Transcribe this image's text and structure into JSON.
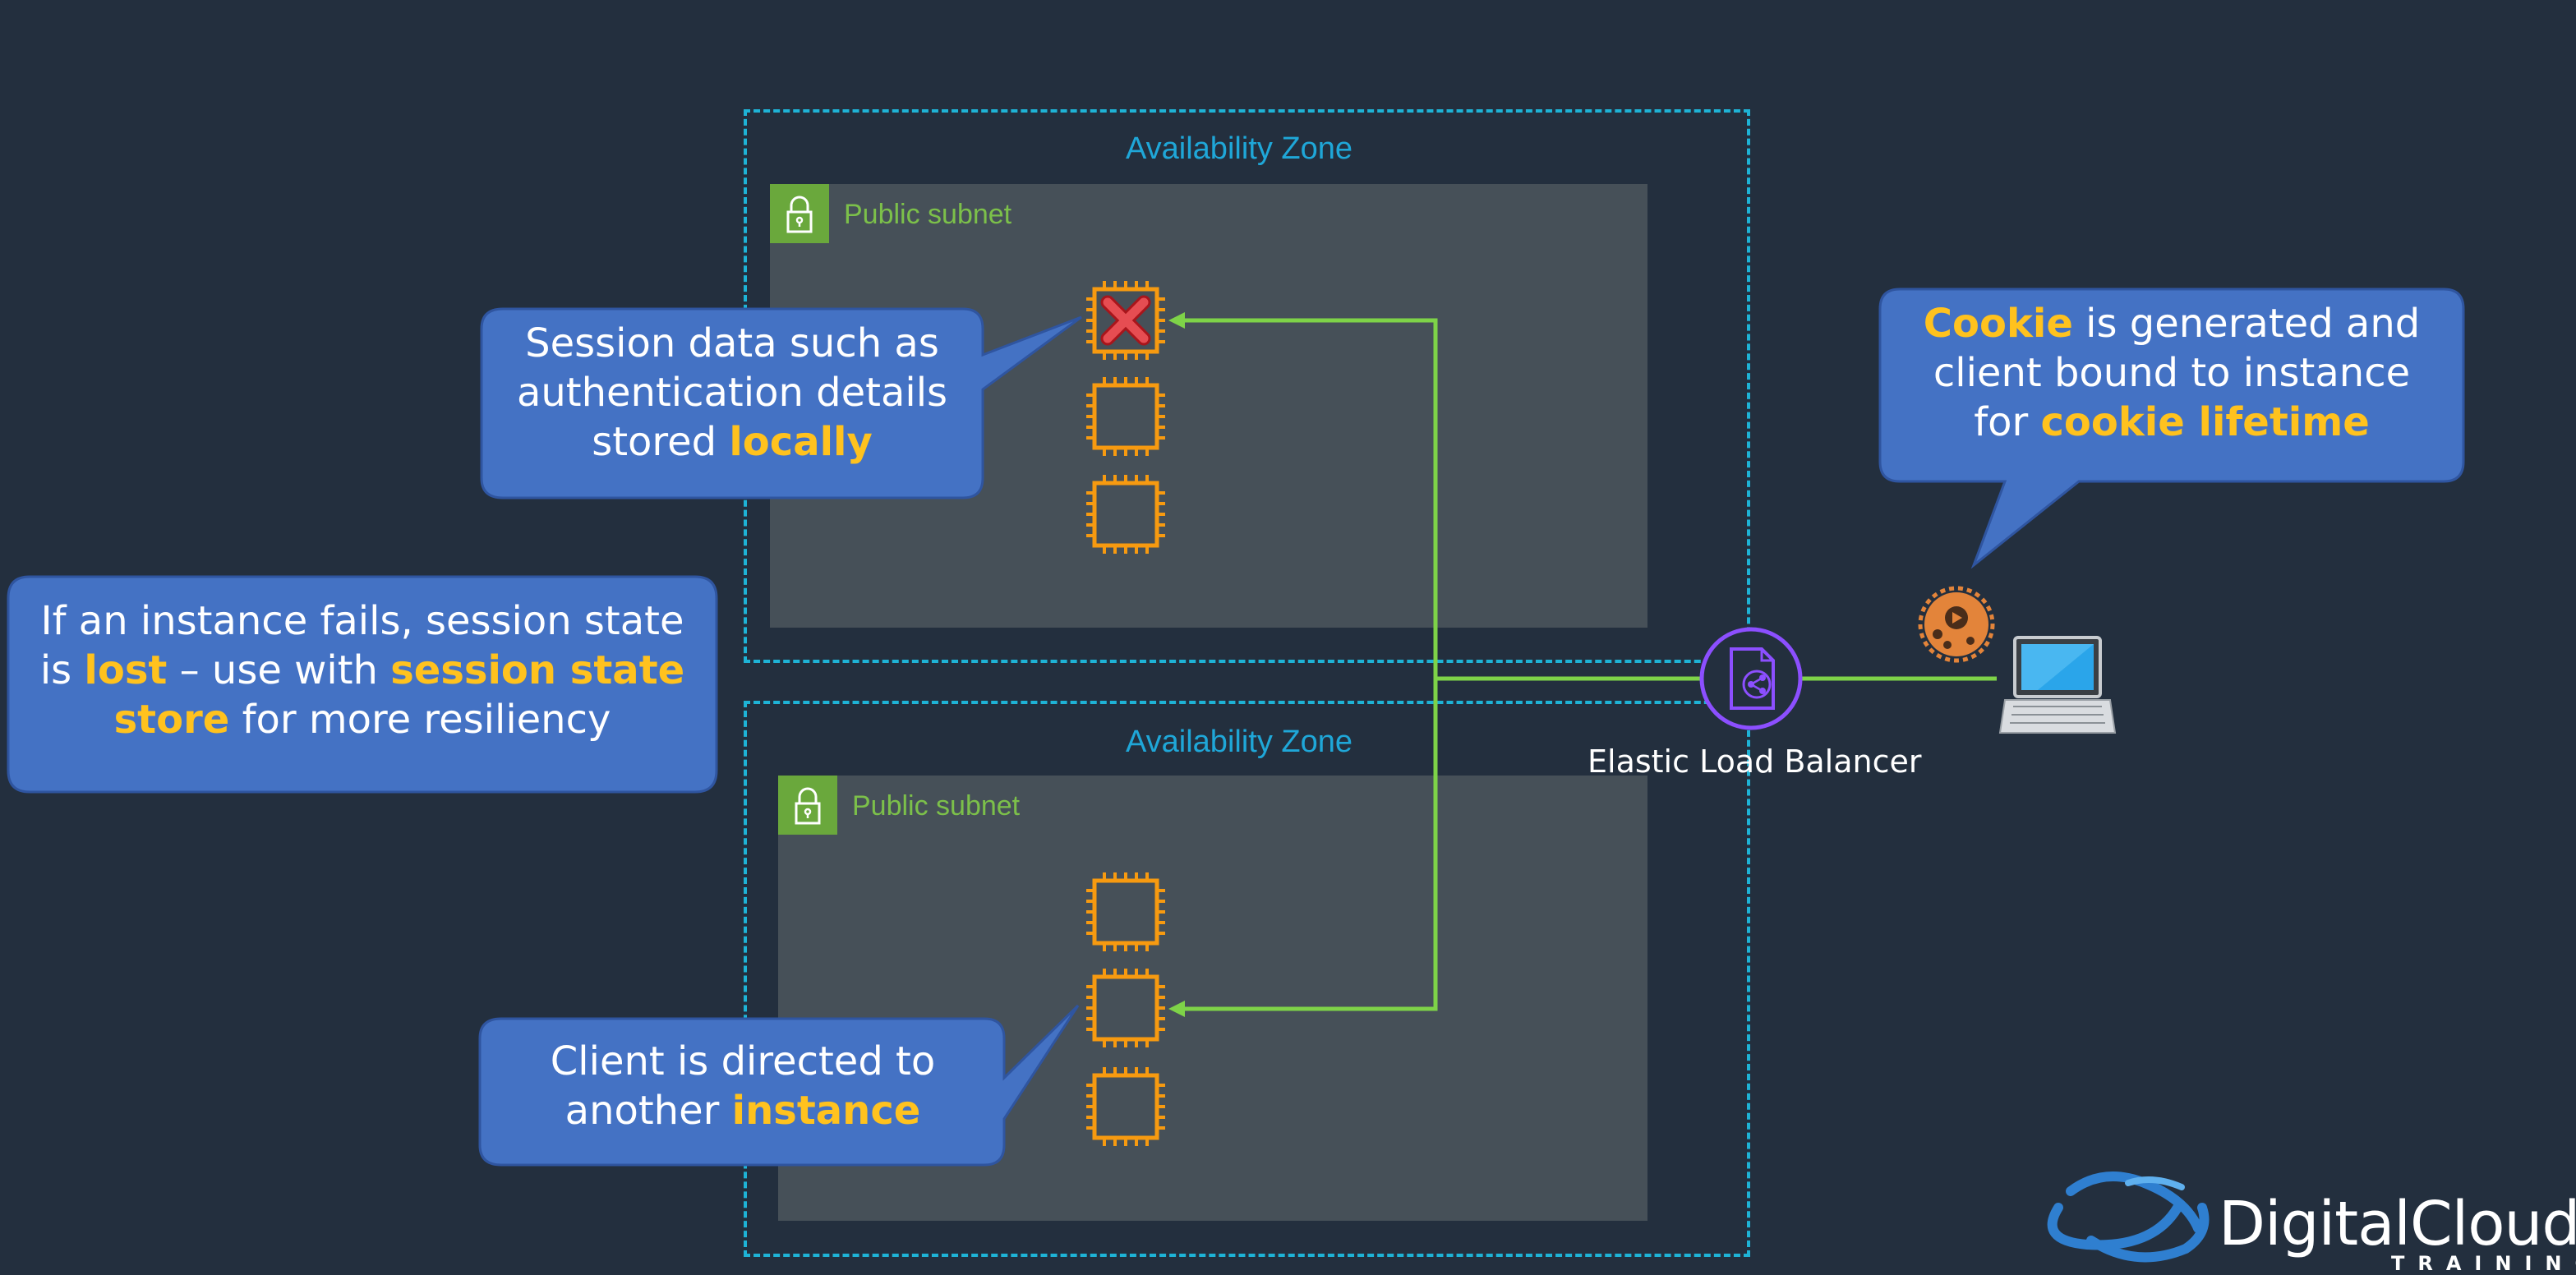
{
  "zones": [
    {
      "label": "Availability Zone",
      "subnet_label": "Public subnet"
    },
    {
      "label": "Availability Zone",
      "subnet_label": "Public subnet"
    }
  ],
  "elb": {
    "label": "Elastic Load Balancer"
  },
  "callouts": {
    "session": {
      "line1": "Session data such as",
      "line2": "authentication details",
      "line3_prefix": "stored ",
      "line3_highlight": "locally"
    },
    "fail": {
      "line1": "If an instance fails, session state",
      "line2_prefix": "is ",
      "line2_hl1": "lost",
      "line2_mid": " – use with ",
      "line2_hl2": "session state",
      "line3_hl": "store",
      "line3_suffix": " for more resiliency"
    },
    "client": {
      "line1": "Client is directed to",
      "line2_prefix": "another ",
      "line2_highlight": "instance"
    },
    "cookie": {
      "line1_hl": "Cookie",
      "line1_suffix": " is generated and",
      "line2": "client bound to instance",
      "line3_prefix": "for ",
      "line3_hl": "cookie lifetime"
    }
  },
  "logo": {
    "main": "DigitalCloud",
    "sub": "TRAINING"
  },
  "colors": {
    "background": "#232f3e",
    "zone_border": "#1eb3d6",
    "subnet_fill": "#465058",
    "subnet_accent": "#6aa83c",
    "highlight": "#ffc21e",
    "callout_fill": "#4472c4",
    "connector": "#7ed348",
    "instance": "#f79a10",
    "elb": "#8c4fff"
  },
  "icons": [
    "lock-icon",
    "ec2-instance-icon",
    "failed-x-icon",
    "elastic-load-balancer-icon",
    "cookie-icon",
    "laptop-icon",
    "digitalcloud-logo"
  ]
}
